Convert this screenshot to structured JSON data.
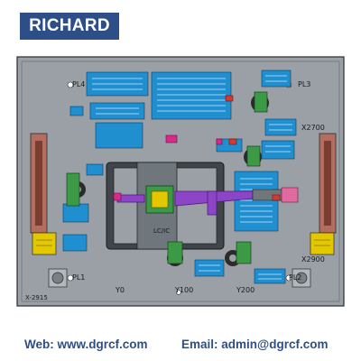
{
  "brand": {
    "name": "RICHARD"
  },
  "drawing": {
    "labels": {
      "pl4": "PL4",
      "pl3": "PL3",
      "pl1": "PL1",
      "pl2": "PL2",
      "x2700": "X2700",
      "x2900": "X2900",
      "x2915": "X-2915",
      "y0": "Y0",
      "y100": "Y100",
      "y200": "Y200",
      "lc_ic": "LC/IC"
    }
  },
  "footer": {
    "web_label": "Web:",
    "web_value": "www.dgrcf.com",
    "email_label": "Email:",
    "email_value": "admin@dgrcf.com"
  },
  "colors": {
    "brand": "#2d4e86",
    "plate": "#9aa0a6",
    "tag": "#1f8fd0",
    "clamp": "#8b45c6",
    "highlight": "#e3c800",
    "rail": "#b46e60",
    "footer_text": "#2d4e86"
  }
}
